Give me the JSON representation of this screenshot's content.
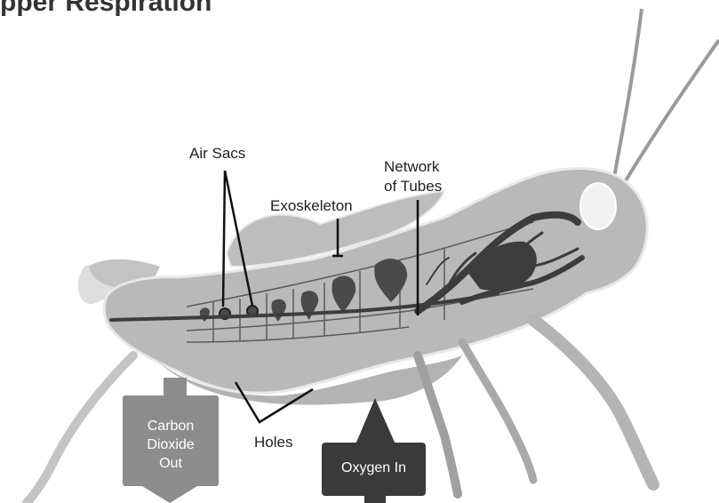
{
  "title": "pper Respiration",
  "labels": {
    "air_sacs": "Air Sacs",
    "exoskeleton": "Exoskeleton",
    "network_line1": "Network",
    "network_line2": "of Tubes",
    "holes": "Holes"
  },
  "boxes": {
    "co2_line1": "Carbon",
    "co2_line2": "Dioxide",
    "co2_line3": "Out",
    "oxygen": "Oxygen In"
  },
  "colors": {
    "body": "#b9b9b9",
    "outline": "#8a8a8a",
    "tubes": "#3c3c3c",
    "sacs": "#4a4a4a",
    "co2_arrow": "#8c8c8c",
    "o2_arrow": "#3a3a3a",
    "eye": "#f2f2f2"
  }
}
